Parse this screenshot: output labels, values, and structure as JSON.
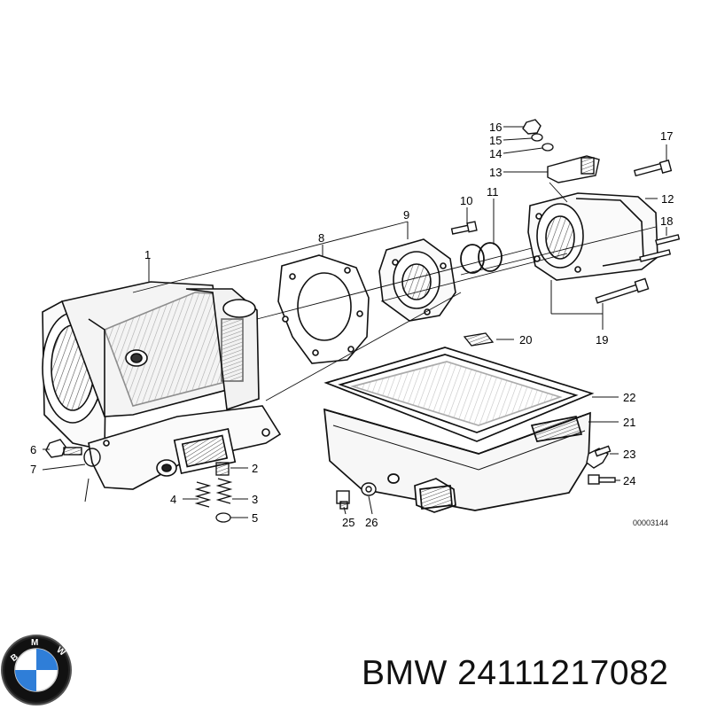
{
  "diagram": {
    "callouts": {
      "c1": "1",
      "c2": "2",
      "c3": "3",
      "c4": "4",
      "c5": "5",
      "c6": "6",
      "c7": "7",
      "c8": "8",
      "c9": "9",
      "c10": "10",
      "c11": "11",
      "c12": "12",
      "c13": "13",
      "c14": "14",
      "c15": "15",
      "c16": "16",
      "c17": "17",
      "c18": "18",
      "c19": "19",
      "c20": "20",
      "c21": "21",
      "c22": "22",
      "c23": "23",
      "c24": "24",
      "c25": "25",
      "c26": "26"
    },
    "reference_code": "00003144"
  },
  "footer": {
    "brand_logo_text": "BMW",
    "part_number_text": "BMW 24111217082"
  }
}
